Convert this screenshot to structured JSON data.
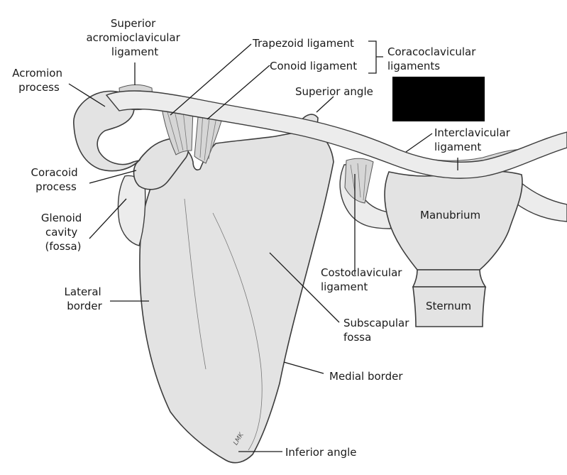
{
  "labels": {
    "superior_ac_ligament": [
      "Superior",
      "acromioclavicular",
      "ligament"
    ],
    "acromion_process": [
      "Acromion",
      "process"
    ],
    "trapezoid_ligament": "Trapezoid ligament",
    "conoid_ligament": "Conoid ligament",
    "coracoclavicular_ligaments": [
      "Coracoclavicular",
      "ligaments"
    ],
    "superior_angle": "Superior angle",
    "interclavicular_ligament": [
      "Interclavicular",
      "ligament"
    ],
    "coracoid_process": [
      "Coracoid",
      "process"
    ],
    "glenoid_cavity": [
      "Glenoid",
      "cavity",
      "(fossa)"
    ],
    "manubrium": "Manubrium",
    "costoclavicular_ligament": [
      "Costoclavicular",
      "ligament"
    ],
    "lateral_border": [
      "Lateral",
      "border"
    ],
    "sternum": "Sternum",
    "subscapular_fossa": [
      "Subscapular",
      "fossa"
    ],
    "medial_border": "Medial border",
    "inferior_angle": "Inferior angle",
    "signature": "LMK"
  },
  "colors": {
    "bone_fill": "#e3e3e3",
    "outline": "#3c3c3c",
    "text": "#1a1a1a",
    "redaction": "#000000"
  }
}
